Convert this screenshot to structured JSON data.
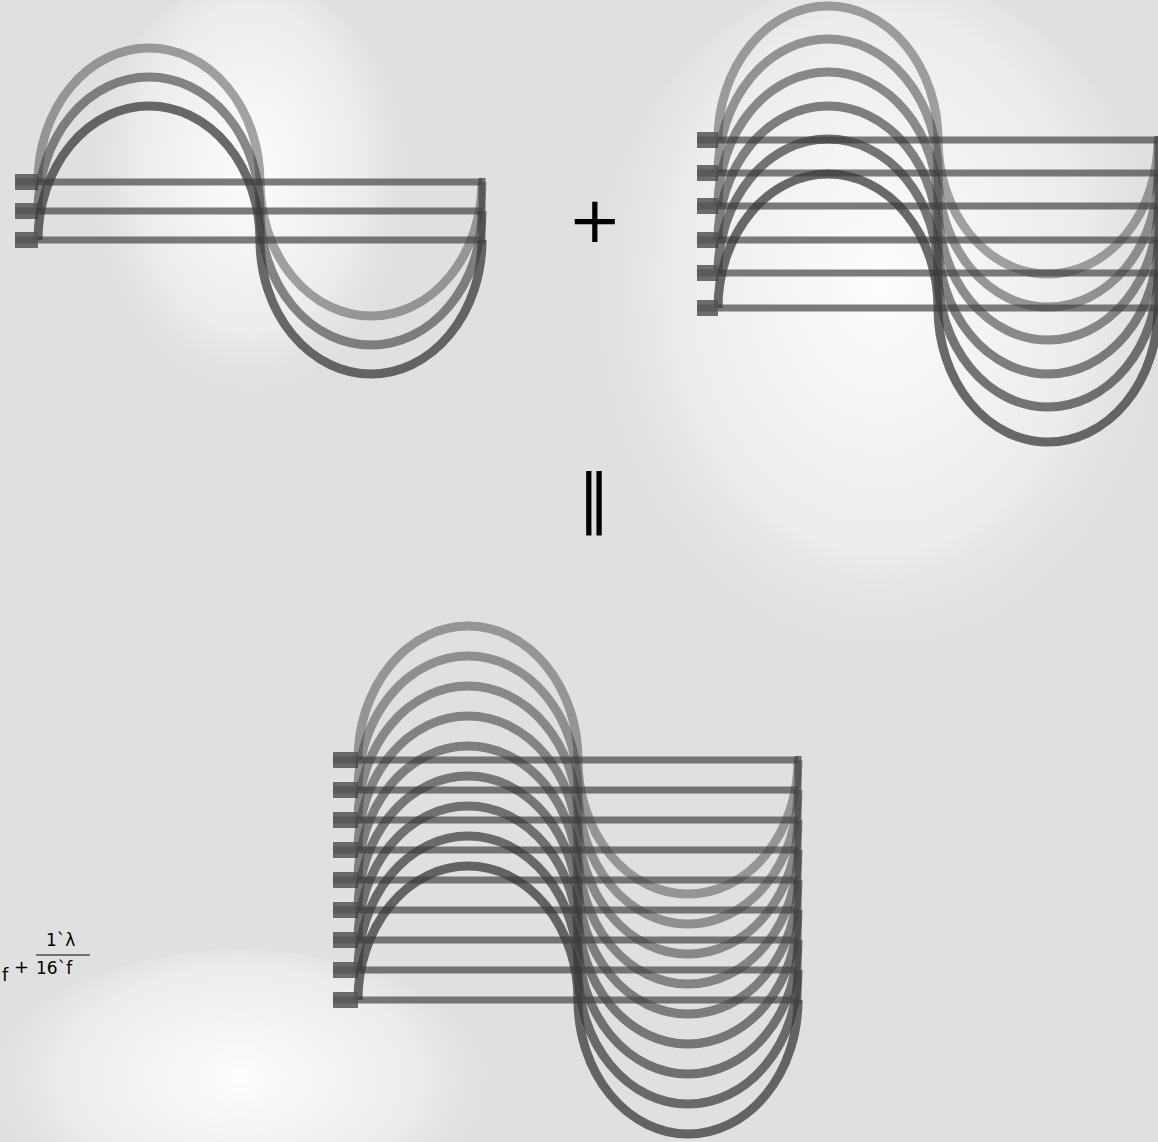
{
  "diagram": {
    "labels": [
      "+",
      "‖",
      "f",
      "+",
      "1`λ",
      "16`f"
    ]
  }
}
